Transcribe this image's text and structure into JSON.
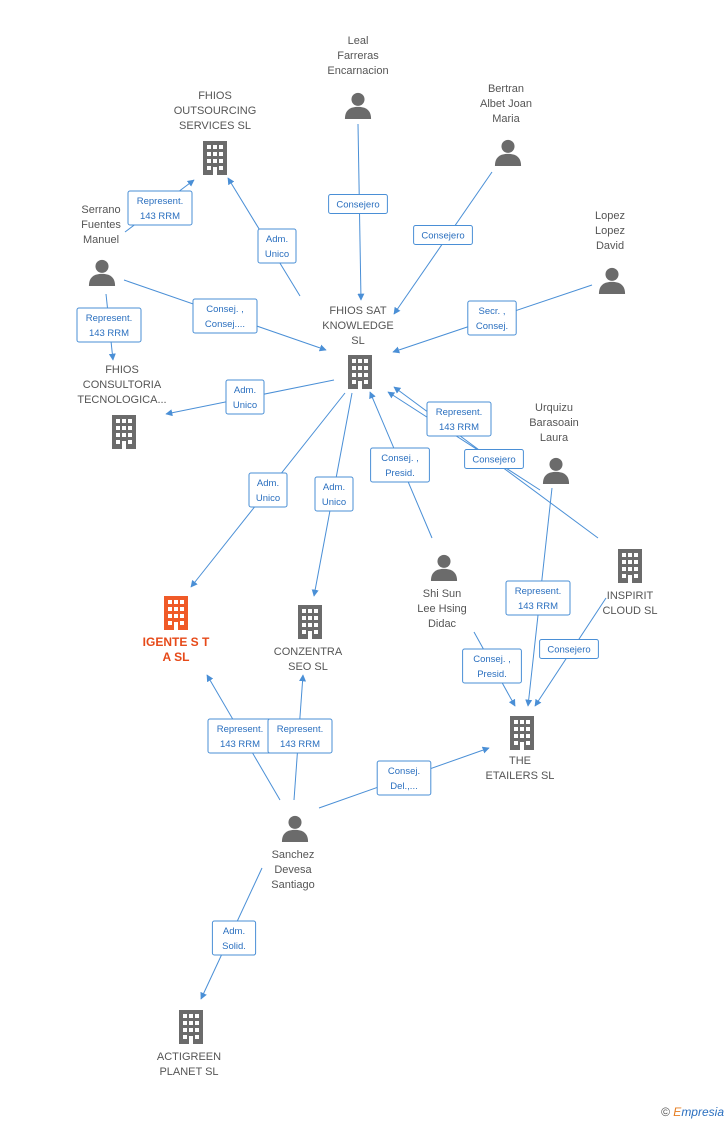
{
  "colors": {
    "edge": "#4a8fd6",
    "icon": "#6b6b6b",
    "highlight": "#f05a28",
    "label_text": "#2a6fbf"
  },
  "nodes": [
    {
      "id": "leal",
      "type": "person",
      "lines": [
        "Leal",
        "Farreras",
        "Encarnacion"
      ]
    },
    {
      "id": "bertran",
      "type": "person",
      "lines": [
        "Bertran",
        "Albet Joan",
        "Maria"
      ]
    },
    {
      "id": "fhios_out",
      "type": "company",
      "lines": [
        "FHIOS",
        "OUTSOURCING",
        "SERVICES  SL"
      ]
    },
    {
      "id": "serrano",
      "type": "person",
      "lines": [
        "Serrano",
        "Fuentes",
        "Manuel"
      ]
    },
    {
      "id": "lopez",
      "type": "person",
      "lines": [
        "Lopez",
        "Lopez",
        "David"
      ]
    },
    {
      "id": "fhios_sat",
      "type": "company",
      "lines": [
        "FHIOS SAT",
        "KNOWLEDGE",
        "SL"
      ]
    },
    {
      "id": "fhios_cons",
      "type": "company",
      "lines": [
        "FHIOS",
        "CONSULTORIA",
        "TECNOLOGICA..."
      ]
    },
    {
      "id": "urquizu",
      "type": "person",
      "lines": [
        "Urquizu",
        "Barasoain",
        "Laura"
      ]
    },
    {
      "id": "igentes",
      "type": "company",
      "highlight": true,
      "lines": [
        "IGENTE S T",
        "A SL"
      ]
    },
    {
      "id": "conzentra",
      "type": "company",
      "lines": [
        "CONZENTRA",
        "SEO SL"
      ]
    },
    {
      "id": "shisun",
      "type": "person",
      "lines": [
        "Shi Sun",
        "Lee Hsing",
        "Didac"
      ]
    },
    {
      "id": "inspirit",
      "type": "company",
      "lines": [
        "INSPIRIT",
        "CLOUD SL"
      ]
    },
    {
      "id": "etailers",
      "type": "company",
      "lines": [
        "THE",
        "ETAILERS SL"
      ]
    },
    {
      "id": "sanchez",
      "type": "person",
      "lines": [
        "Sanchez",
        "Devesa",
        "Santiago"
      ]
    },
    {
      "id": "actigreen",
      "type": "company",
      "lines": [
        "ACTIGREEN",
        "PLANET SL"
      ]
    }
  ],
  "edges": [
    {
      "id": "e1",
      "lines": [
        "Consejero"
      ]
    },
    {
      "id": "e2",
      "lines": [
        "Consejero"
      ]
    },
    {
      "id": "e3",
      "lines": [
        "Represent.",
        "143 RRM"
      ]
    },
    {
      "id": "e4",
      "lines": [
        "Adm.",
        "Unico"
      ]
    },
    {
      "id": "e5",
      "lines": [
        "Consej. ,",
        "Consej...."
      ]
    },
    {
      "id": "e6",
      "lines": [
        "Secr. ,",
        "Consej."
      ]
    },
    {
      "id": "e7",
      "lines": [
        "Represent.",
        "143 RRM"
      ]
    },
    {
      "id": "e8",
      "lines": [
        "Adm.",
        "Unico"
      ]
    },
    {
      "id": "e9",
      "lines": [
        "Represent.",
        "143 RRM"
      ]
    },
    {
      "id": "e10",
      "lines": [
        "Consejero"
      ]
    },
    {
      "id": "e11",
      "lines": [
        "Consej. ,",
        "Presid."
      ]
    },
    {
      "id": "e12",
      "lines": [
        "Adm.",
        "Unico"
      ]
    },
    {
      "id": "e13",
      "lines": [
        "Adm.",
        "Unico"
      ]
    },
    {
      "id": "e14",
      "lines": [
        "Represent.",
        "143 RRM"
      ]
    },
    {
      "id": "e15",
      "lines": [
        "Consejero"
      ]
    },
    {
      "id": "e16",
      "lines": [
        "Consej. ,",
        "Presid."
      ]
    },
    {
      "id": "e17",
      "lines": [
        "Represent.",
        "143 RRM"
      ]
    },
    {
      "id": "e18",
      "lines": [
        "Represent.",
        "143 RRM"
      ]
    },
    {
      "id": "e19",
      "lines": [
        "Consej.",
        "Del.,..."
      ]
    },
    {
      "id": "e20",
      "lines": [
        "Adm.",
        "Solid."
      ]
    }
  ],
  "brand": {
    "symbol": "©",
    "first": "E",
    "rest": "mpresia"
  }
}
